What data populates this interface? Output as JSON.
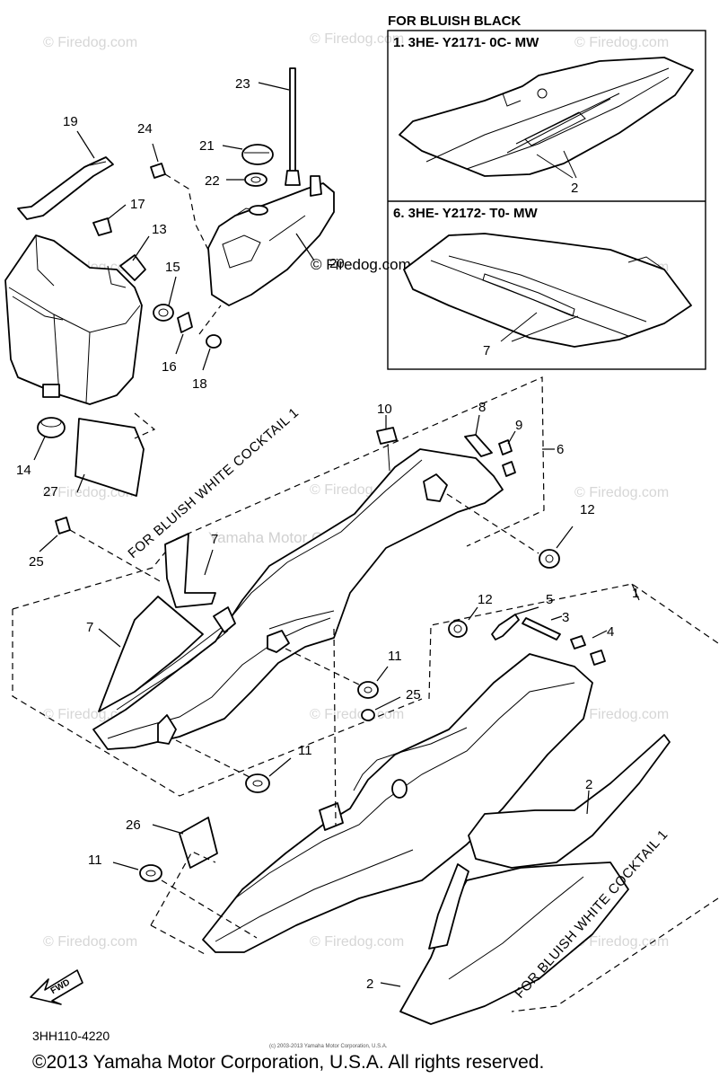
{
  "watermarks": [
    "© Firedog.com",
    "Yamaha Motor Corp. U.S.A."
  ],
  "box_top": {
    "title": "FOR BLUISH BLACK",
    "part_1": "1. 3HE- Y2171- 0C- MW",
    "part_2": "6. 3HE- Y2172- T0- MW"
  },
  "rotated_labels": {
    "left": "FOR BLUISH WHITE COCKTAIL 1",
    "right": "FOR BLUISH WHITE COCKTAIL 1"
  },
  "fwd_label": "FWD",
  "diagram_code": "3HH110-4220",
  "tiny_credit": "(c) 2003-2013 Yamaha Motor Corporation, U.S.A.",
  "copyright": "©2013 Yamaha Motor Corporation, U.S.A. All rights reserved.",
  "callouts": {
    "n23": "23",
    "n24": "24",
    "n21": "21",
    "n22": "22",
    "n19": "19",
    "n17": "17",
    "n13": "13",
    "n15": "15",
    "n20": "20",
    "n16": "16",
    "n18": "18",
    "n14": "14",
    "n27": "27",
    "n10": "10",
    "n8": "8",
    "n9": "9",
    "n6": "6",
    "n25a": "25",
    "n7a": "7",
    "n12a": "12",
    "n7b": "7",
    "n12b": "12",
    "n5": "5",
    "n1": "1",
    "n3": "3",
    "n4": "4",
    "n11a": "11",
    "n25b": "25",
    "n11b": "11",
    "n2a": "2",
    "n26": "26",
    "n11c": "11",
    "n2b": "2",
    "n2box": "2",
    "n7box": "7"
  }
}
